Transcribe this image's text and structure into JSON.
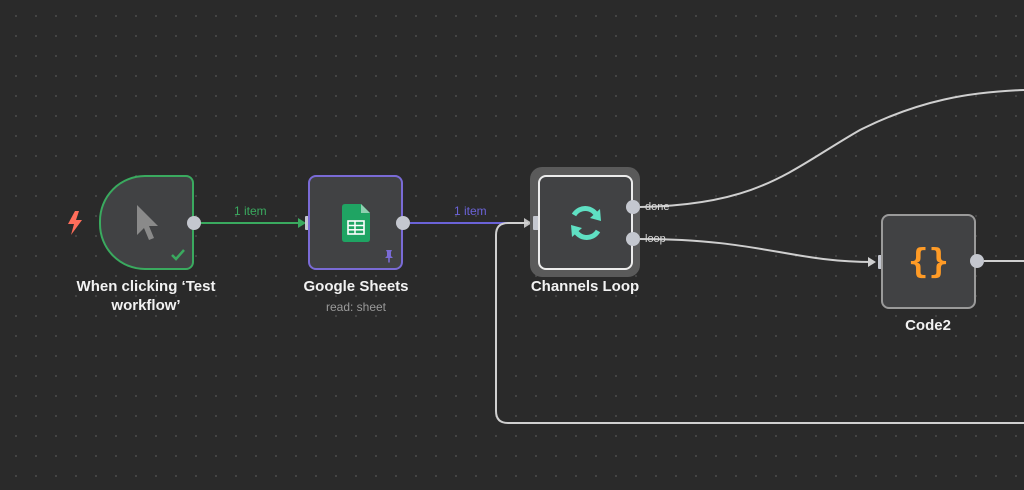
{
  "nodes": {
    "trigger": {
      "label": "When clicking ‘Test workflow’",
      "icon": "pointer-icon",
      "status": "success"
    },
    "sheets": {
      "label": "Google Sheets",
      "subtitle": "read: sheet",
      "icon": "google-sheets-icon",
      "pinned": true
    },
    "loop": {
      "label": "Channels Loop",
      "icon": "sync-icon",
      "outputs": [
        "done",
        "loop"
      ]
    },
    "code": {
      "label": "Code2",
      "icon": "braces-icon"
    }
  },
  "edges": {
    "trigger_to_sheets": "1 item",
    "sheets_to_loop": "1 item"
  },
  "colors": {
    "canvas_bg": "#2a2a2a",
    "trigger_border": "#3aaa5f",
    "sheets_border": "#7a6bd6",
    "sheets_green": "#1fa463",
    "sync_teal": "#5fe0c3",
    "braces_orange": "#ff9b26",
    "trigger_bolt": "#ff6d5a"
  }
}
